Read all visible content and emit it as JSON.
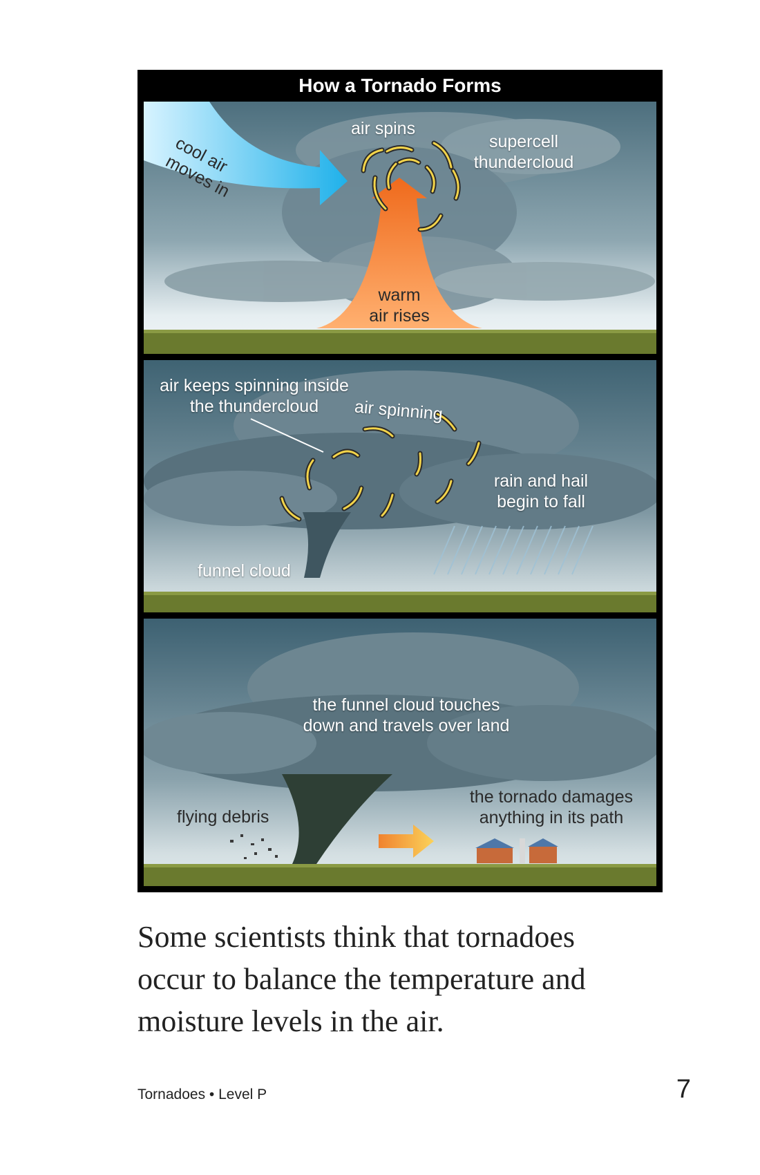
{
  "figure": {
    "title": "How a Tornado Forms",
    "panel1": {
      "cool_air": [
        "cool air",
        "moves in"
      ],
      "air_spins": "air spins",
      "supercell": [
        "supercell",
        "thundercloud"
      ],
      "warm_air": [
        "warm",
        "air rises"
      ]
    },
    "panel2": {
      "keeps_spinning": [
        "air keeps spinning inside",
        "the thundercloud"
      ],
      "air_spinning": "air spinning",
      "rain_hail": [
        "rain and hail",
        "begin to fall"
      ],
      "funnel_cloud": "funnel cloud"
    },
    "panel3": {
      "touches_down": [
        "the funnel cloud touches",
        "down and travels over land"
      ],
      "flying_debris": "flying debris",
      "damages": [
        "the tornado damages",
        "anything in its path"
      ]
    },
    "colors": {
      "cool_air": "#3cc3ee",
      "warm_air": "#f07a2a",
      "spin_arrow": "#f3d44a",
      "sky": "#6f8f9d",
      "ground": "#6a7a2e"
    }
  },
  "body_text": [
    "Some scientists think that tornadoes",
    "occur to balance the temperature and",
    "moisture levels in the air."
  ],
  "footer": {
    "book": "Tornadoes • Level P",
    "page_number": "7"
  }
}
